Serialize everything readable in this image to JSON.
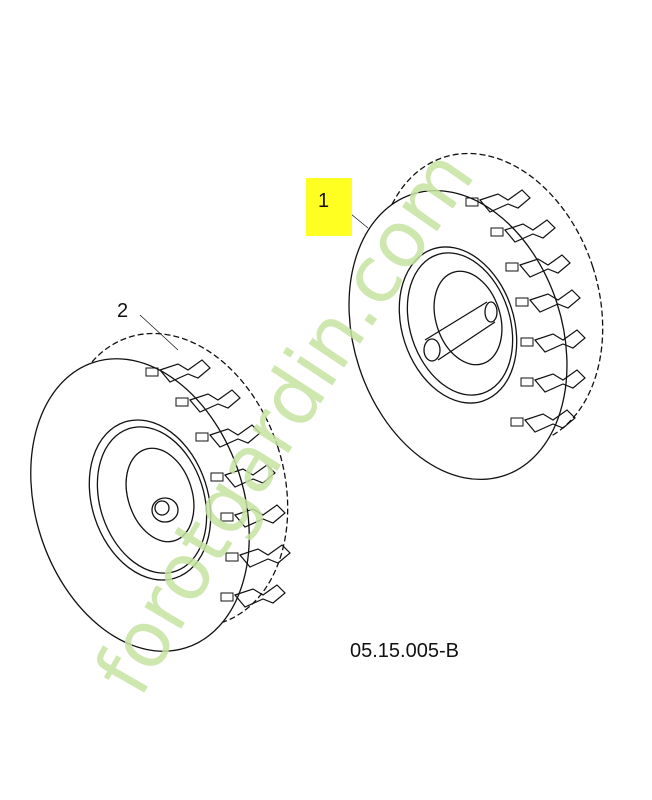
{
  "diagram": {
    "callouts": [
      {
        "number": "1",
        "highlighted": true,
        "highlight_color": "#ffff22"
      },
      {
        "number": "2",
        "highlighted": false
      }
    ],
    "drawing_code": "05.15.005-B",
    "parts": [
      "wheel-with-axle",
      "wheel"
    ],
    "watermark": {
      "text": "forotgardin.com",
      "colors": [
        "#c5e3a0",
        "#f5c77a",
        "#c9bfb2"
      ]
    }
  }
}
